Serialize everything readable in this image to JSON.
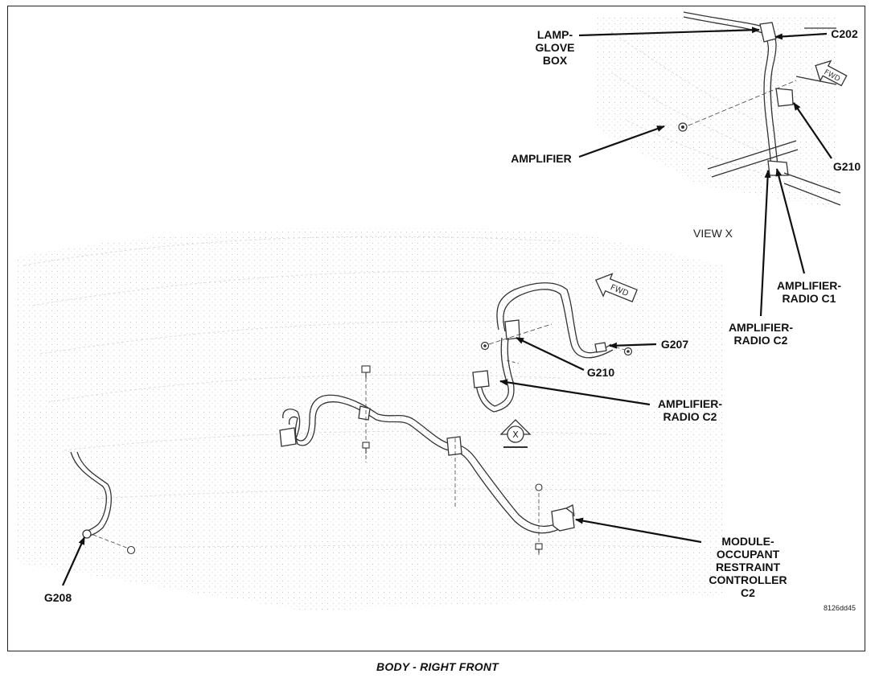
{
  "labels": {
    "lamp_glove_box": "LAMP-\nGLOVE\nBOX",
    "c202": "C202",
    "amplifier": "AMPLIFIER",
    "g210_view": "G210",
    "view_x": "VIEW X",
    "amp_radio_c1": "AMPLIFIER-\nRADIO C1",
    "amp_radio_c2_view": "AMPLIFIER-\nRADIO C2",
    "g207": "G207",
    "g210_main": "G210",
    "amp_radio_c2_main": "AMPLIFIER-\nRADIO C2",
    "orc_c2": "MODULE-\nOCCUPANT\nRESTRAINT\nCONTROLLER\nC2",
    "g208": "G208",
    "fwd": "FWD",
    "view_marker": "X"
  },
  "figure_ref": "8126dd45",
  "caption": "BODY - RIGHT FRONT"
}
